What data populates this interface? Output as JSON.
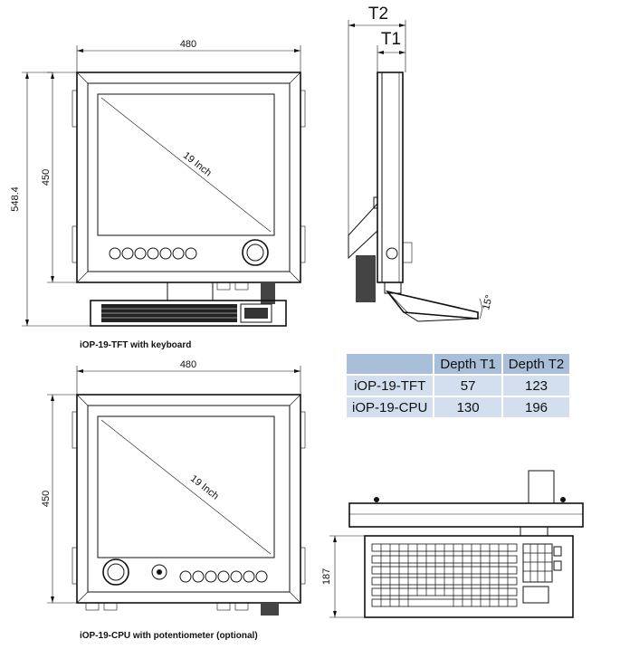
{
  "top_view": {
    "width_label": "480",
    "height_label": "450",
    "total_height_label": "548.4",
    "diagonal_label": "19 Inch",
    "caption": "iOP-19-TFT with keyboard"
  },
  "side_view": {
    "t2_label": "T2",
    "t1_label": "T1",
    "angle_label": "15°"
  },
  "bottom_view": {
    "width_label": "480",
    "height_label": "450",
    "diagonal_label": "19 Inch",
    "caption": "iOP-19-CPU with potentiometer (optional)"
  },
  "keyboard_view": {
    "height_label": "187"
  },
  "depth_table": {
    "headers": [
      "",
      "Depth T1",
      "Depth T2"
    ],
    "rows": [
      {
        "name": "iOP-19-TFT",
        "t1": "57",
        "t2": "123"
      },
      {
        "name": "iOP-19-CPU",
        "t1": "130",
        "t2": "196"
      }
    ]
  }
}
